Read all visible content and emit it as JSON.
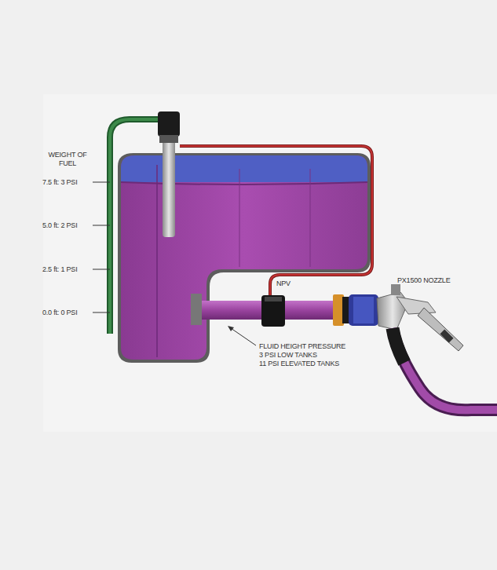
{
  "diagram": {
    "labels": [
      "WEIGHT OF FUEL",
      "7.5 ft: 3 PSI",
      "5.0 ft: 2 PSI",
      "2.5 ft: 1 PSI",
      "0.0 ft: 0 PSI",
      "NPV",
      "PX1500 NOZZLE",
      "FLUID HEIGHT PRESSURE",
      "3 PSI LOW TANKS",
      "11 PSI ELEVATED TANKS"
    ]
  }
}
